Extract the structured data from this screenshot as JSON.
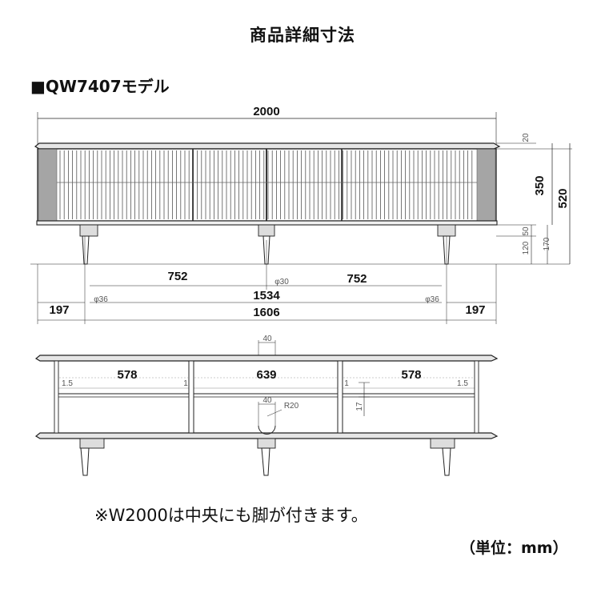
{
  "title": "商品詳細寸法",
  "model_label": "■QW7407モデル",
  "note": "※W2000は中央にも脚が付きます。",
  "unit_label": "（単位：mm）",
  "front_view": {
    "total_width": "2000",
    "height_top_panel": "20",
    "height_body": "350",
    "height_total": "520",
    "leg_height_a": "120",
    "leg_height_b": "50",
    "leg_height_c": "170",
    "span_left": "752",
    "span_right": "752",
    "center_leg_dia": "φ30",
    "leg_dia_left": "φ36",
    "leg_dia_right": "φ36",
    "leg_span": "1534",
    "leg_span_outer": "1606",
    "overhang_left": "197",
    "overhang_right": "197"
  },
  "section_view": {
    "compartment_left": "578",
    "compartment_center": "639",
    "compartment_right": "578",
    "top_notch": "40",
    "cable_hole": "40",
    "hole_radius": "R20",
    "shelf_gap": "17",
    "edge_left": "1.5",
    "edge_right": "1.5",
    "divider_left": "1",
    "divider_right": "1"
  }
}
